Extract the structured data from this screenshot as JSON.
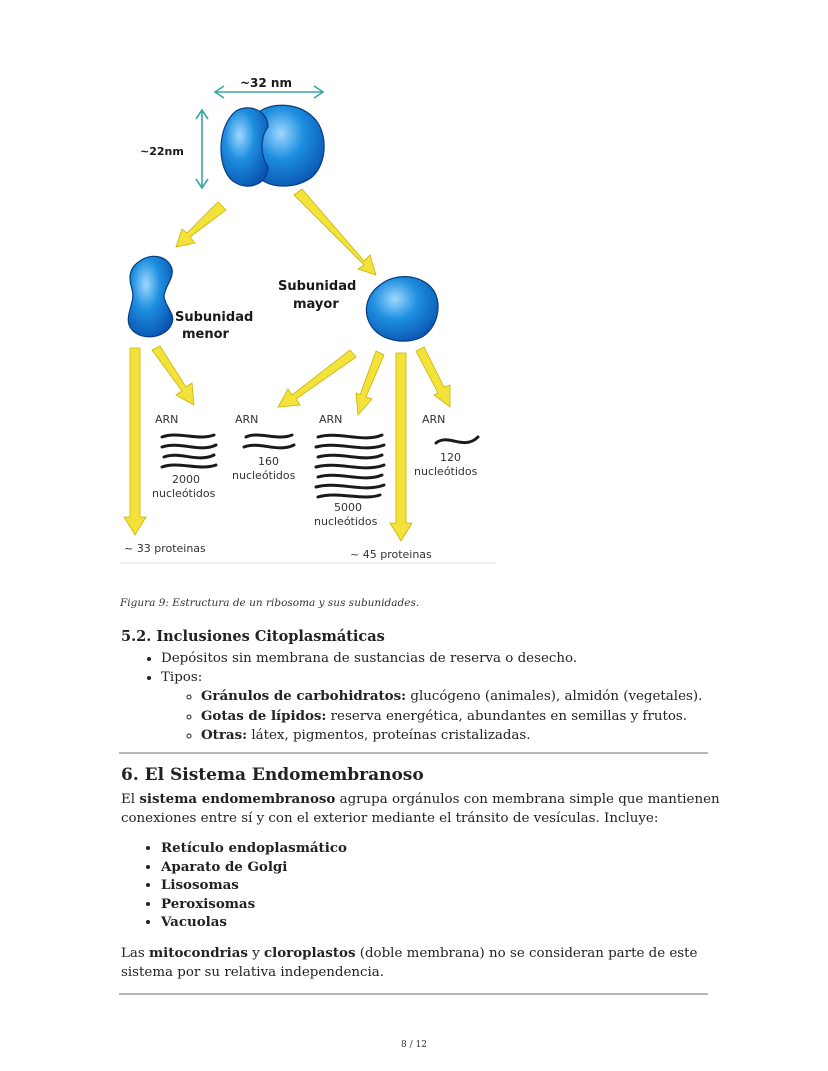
{
  "figure": {
    "dim_width": "~32 nm",
    "dim_height": "~22nm",
    "small_subunit_line1": "Subunidad",
    "small_subunit_line2": "menor",
    "large_subunit_line1": "Subunidad",
    "large_subunit_line2": "mayor",
    "rna": [
      {
        "label": "ARN",
        "size": "2000",
        "unit": "nucleótidos"
      },
      {
        "label": "ARN",
        "size": "160",
        "unit": "nucleótidos"
      },
      {
        "label": "ARN",
        "size": "5000",
        "unit": "nucleótidos"
      },
      {
        "label": "ARN",
        "size": "120",
        "unit": "nucleótidos"
      }
    ],
    "proteins_small": "~ 33 proteinas",
    "proteins_large": "~ 45 proteinas",
    "colors": {
      "subunit": "#1e8fe0",
      "arrow": "#f2e23a",
      "dimension": "#3aa6a6"
    }
  },
  "caption": "Figura 9: Estructura de un ribosoma y sus subunidades.",
  "section52": {
    "heading": "5.2. Inclusiones Citoplasmáticas",
    "bullet1": "Depósitos sin membrana de sustancias de reserva o desecho.",
    "bullet2": "Tipos:",
    "types": [
      {
        "term": "Gránulos de carbohidratos:",
        "desc": " glucógeno (animales), almidón (vegetales)."
      },
      {
        "term": "Gotas de lípidos:",
        "desc": " reserva energética, abundantes en semillas y frutos."
      },
      {
        "term": "Otras:",
        "desc": " látex, pigmentos, proteínas cristalizadas."
      }
    ]
  },
  "section6": {
    "heading": "6. El Sistema Endomembranoso",
    "intro_pre": "El ",
    "intro_bold": "sistema endomembranoso",
    "intro_post": " agrupa orgánulos con membrana simple que mantienen conexiones entre sí y con el exterior mediante el tránsito de vesículas. Incluye:",
    "items": [
      "Retículo endoplasmático",
      "Aparato de Golgi",
      "Lisosomas",
      "Peroxisomas",
      "Vacuolas"
    ],
    "note_pre": "Las ",
    "note_bold1": "mitocondrias",
    "note_mid": " y ",
    "note_bold2": "cloroplastos",
    "note_post": " (doble membrana) no se consideran parte de este sistema por su relativa independencia."
  },
  "footer": {
    "page": "8 / 12"
  }
}
